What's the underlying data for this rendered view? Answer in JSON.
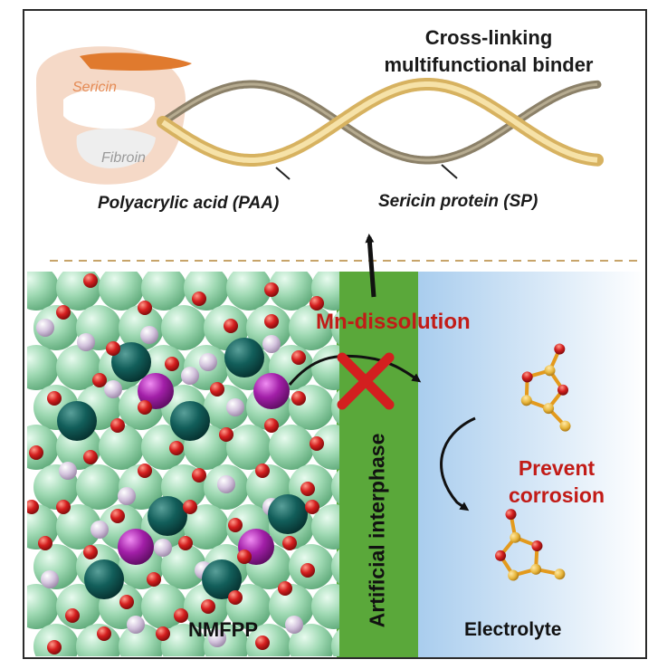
{
  "title_line1": "Cross-linking",
  "title_line2": "multifunctional binder",
  "sericin_label": "Sericin",
  "fibroin_label": "Fibroin",
  "paa_label": "Polyacrylic acid (PAA)",
  "sp_label": "Sericin protein (SP)",
  "mn_dissolution_label": "Mn-dissolution",
  "interphase_label": "Artificial interphase",
  "prevent_line1": "Prevent",
  "prevent_line2": "corrosion",
  "nmfpp_label": "NMFPP",
  "electrolyte_label": "Electrolyte",
  "colors": {
    "title": "#1a1a1a",
    "red_text": "#c21b17",
    "interphase_green": "#5aa83a",
    "electrolyte_blue": "#b9d6f1",
    "helix_gold": "#e6c77a",
    "helix_gray": "#8b8068",
    "sericin_pink": "#f1c8ae",
    "atom_green": "#9ad7b0",
    "atom_teal": "#0f5a57",
    "atom_purple": "#a020a6",
    "atom_lilac": "#cdbcd6",
    "atom_red": "#d41f1f",
    "molecule_orange": "#e39a1d",
    "cross_red": "#d31f1f"
  }
}
